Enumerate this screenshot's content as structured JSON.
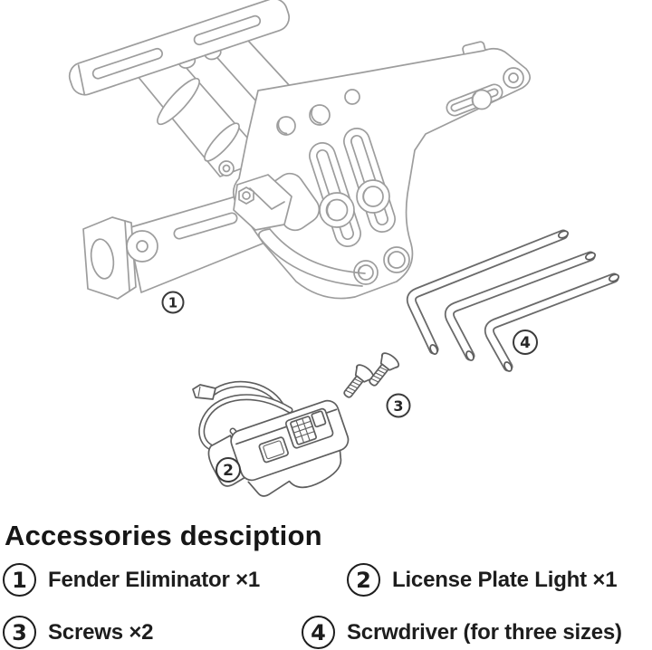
{
  "heading": "Accessories desciption",
  "items": [
    {
      "number": "1",
      "label": "Fender Eliminator ×1"
    },
    {
      "number": "2",
      "label": "License Plate Light ×1"
    },
    {
      "number": "3",
      "label": "Screws ×2"
    },
    {
      "number": "4",
      "label": "Scrwdriver (for three sizes)"
    }
  ],
  "diagram": {
    "parts": [
      {
        "number": "1",
        "name": "fender-eliminator"
      },
      {
        "number": "2",
        "name": "license-plate-light"
      },
      {
        "number": "3",
        "name": "screws"
      },
      {
        "number": "4",
        "name": "hex-wrenches"
      }
    ],
    "colors": {
      "bracket_line": "#9d9d9d",
      "part_line": "#5e5e5e",
      "label_line": "#3a3a3a",
      "text": "#1d1d1d",
      "background": "#ffffff"
    }
  }
}
